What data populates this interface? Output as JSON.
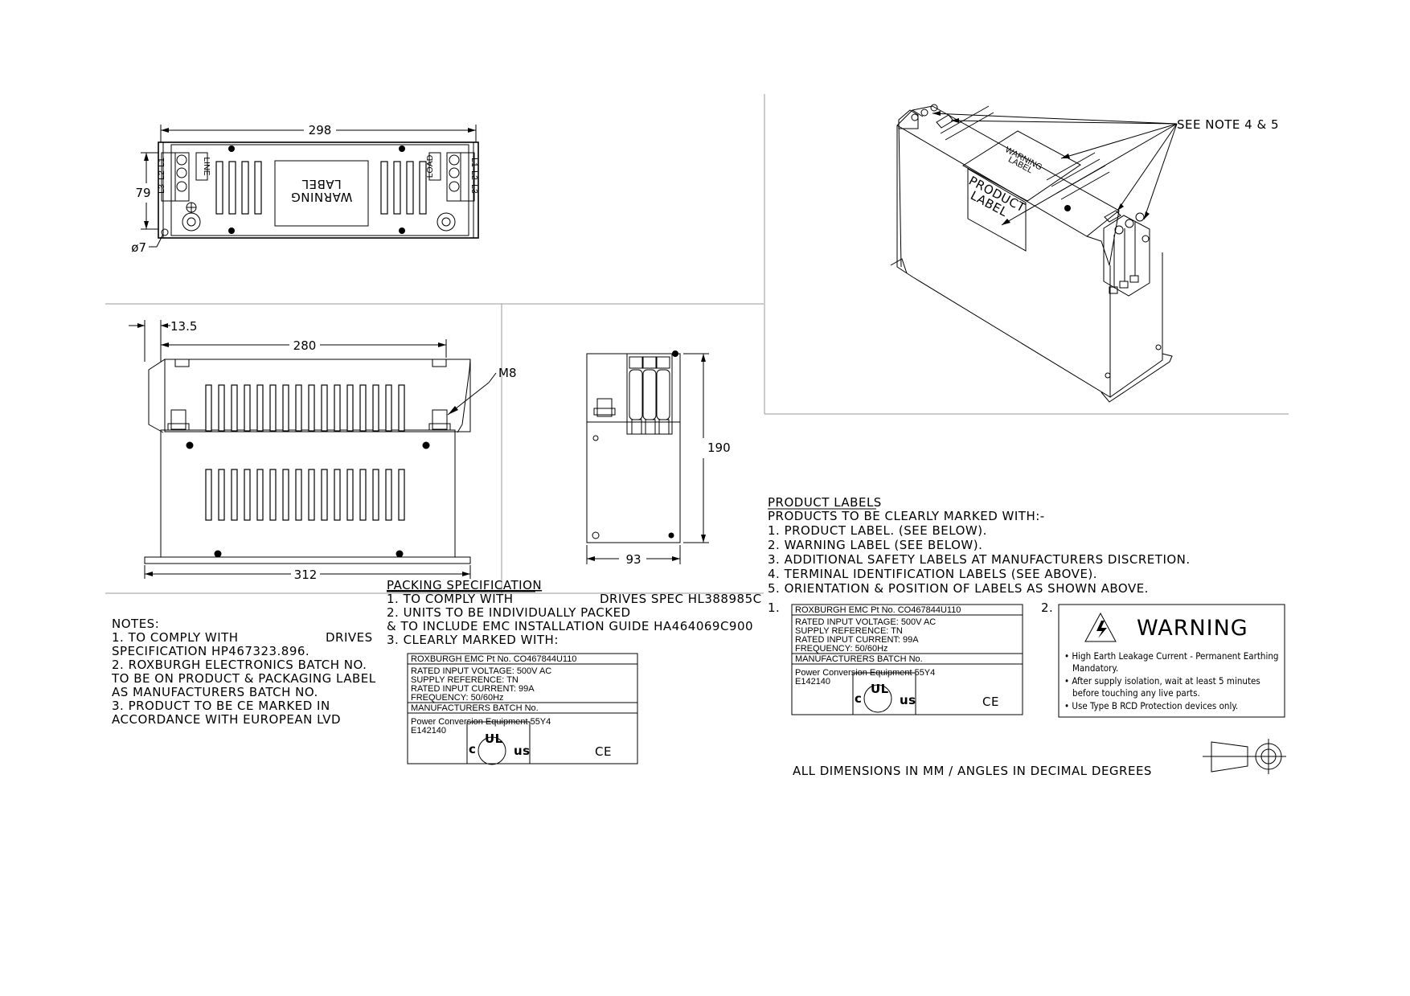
{
  "dimensions": {
    "top_width": "298",
    "top_height": "79",
    "hole_dia": "ø7",
    "flange_offset": "13.5",
    "front_inner": "280",
    "front_overall": "312",
    "stud": "M8",
    "side_height": "190",
    "side_width": "93"
  },
  "top_view": {
    "warning_label_line1": "WARNING",
    "warning_label_line2": "LABEL",
    "line_tag": "LINE",
    "load_tag": "LOAD",
    "terminals": [
      "L1",
      "L2",
      "L3"
    ]
  },
  "iso_view": {
    "see_note": "SEE NOTE 4 & 5",
    "warning_label_line1": "WARNING",
    "warning_label_line2": "LABEL",
    "product_label_line1": "PRODUCT",
    "product_label_line2": "LABEL"
  },
  "notes": {
    "heading": "NOTES:",
    "lines": [
      "1. TO COMPLY WITH",
      "SPECIFICATION HP467323.896.",
      "2. ROXBURGH ELECTRONICS BATCH NO.",
      "TO BE ON PRODUCT & PACKAGING LABEL",
      "AS MANUFACTURERS BATCH NO.",
      "3. PRODUCT TO BE CE MARKED IN",
      "ACCORDANCE WITH EUROPEAN LVD"
    ],
    "drives": "DRIVES"
  },
  "packing": {
    "heading": "PACKING SPECIFICATION",
    "line1_a": "1. TO COMPLY WITH",
    "line1_b": "DRIVES SPEC HL388985C",
    "lines": [
      "2. UNITS TO BE INDIVIDUALLY PACKED",
      "& TO INCLUDE EMC INSTALLATION GUIDE HA464069C900",
      "3. CLEARLY MARKED WITH:"
    ]
  },
  "product_label": {
    "part_no": "ROXBURGH EMC Pt No. CO467844U110",
    "rated_voltage": "RATED INPUT VOLTAGE: 500V AC",
    "supply_ref": "SUPPLY REFERENCE: TN",
    "rated_current": "RATED INPUT CURRENT: 99A",
    "frequency": "FREQUENCY: 50/60Hz",
    "batch": "MANUFACTURERS BATCH No.",
    "equipment": "Power Conversion Equipment 55Y4",
    "file_no": "E142140",
    "ul_c": "c",
    "ul_mark": "UL",
    "ul_us": "us",
    "ce_mark": "CE"
  },
  "product_labels": {
    "heading": "PRODUCT LABELS",
    "lines": [
      "PRODUCTS TO BE CLEARLY MARKED WITH:-",
      "1. PRODUCT LABEL. (SEE BELOW).",
      "2. WARNING LABEL (SEE BELOW).",
      "3. ADDITIONAL SAFETY LABELS AT MANUFACTURERS DISCRETION.",
      "4. TERMINAL IDENTIFICATION LABELS (SEE ABOVE).",
      "5. ORIENTATION & POSITION OF LABELS AS SHOWN ABOVE."
    ],
    "item1": "1.",
    "item2": "2."
  },
  "warning_label": {
    "title": "WARNING",
    "bullets": [
      "• High Earth Leakage Current - Permanent Earthing",
      "Mandatory.",
      "• After supply isolation, wait at least 5 minutes",
      "before touching any live parts.",
      "• Use Type B RCD Protection devices only."
    ]
  },
  "footer": {
    "units_note": "ALL DIMENSIONS IN MM / ANGLES IN DECIMAL DEGREES"
  }
}
